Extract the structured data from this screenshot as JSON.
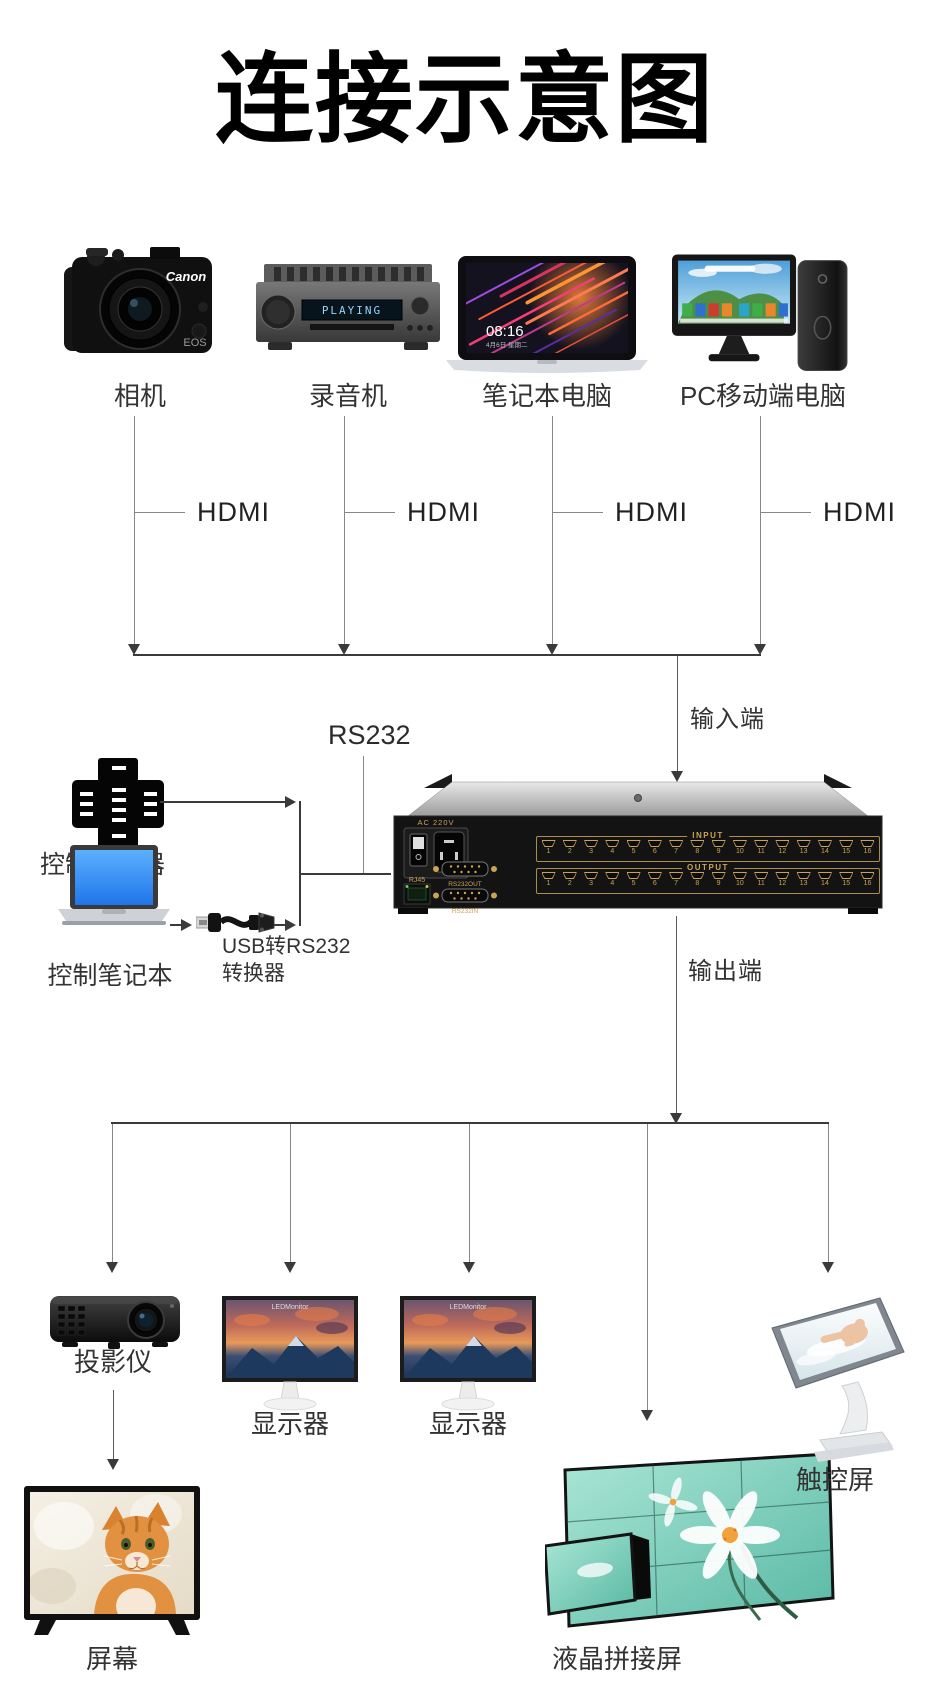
{
  "title": "连接示意图",
  "colors": {
    "background": "#ffffff",
    "line_gray": "#878787",
    "line_dark": "#3a3a3a",
    "port_gold": "#c9a355",
    "control_screen_blue": "#2f83ec",
    "videowall_teal": "#6fc9b4"
  },
  "sources": {
    "items": [
      {
        "label": "相机",
        "cable": "HDMI"
      },
      {
        "label": "录音机",
        "cable": "HDMI"
      },
      {
        "label": "笔记本电脑",
        "cable": "HDMI"
      },
      {
        "label": "PC移动端电脑",
        "cable": "HDMI"
      }
    ]
  },
  "camera": {
    "brand": "Canon",
    "model": "EOS"
  },
  "recorder": {
    "display": "PLAYING"
  },
  "laptop": {
    "time": "08:16",
    "date": "4月6日 星期二"
  },
  "input_label": "输入端",
  "output_label": "输出端",
  "control": {
    "rs232_label": "RS232",
    "server_label": "控制服务器",
    "laptop_label": "控制笔记本",
    "converter_line1": "USB转RS232",
    "converter_line2": "转换器"
  },
  "matrix": {
    "power_label": "AC 220V",
    "rj45_label": "RJ45",
    "rs232_out_label": "RS232OUT",
    "rs232_in_label": "RS232IN",
    "input_row_label": "INPUT",
    "output_row_label": "OUTPUT",
    "ports": [
      "1",
      "2",
      "3",
      "4",
      "5",
      "6",
      "7",
      "8",
      "9",
      "10",
      "11",
      "12",
      "13",
      "14",
      "15",
      "16"
    ]
  },
  "monitor_brand": "LEDMonitor",
  "outputs": {
    "projector_label": "投影仪",
    "monitor1_label": "显示器",
    "monitor2_label": "显示器",
    "videowall_label": "液晶拼接屏",
    "touchscreen_label": "触控屏",
    "screen_label": "屏幕"
  }
}
